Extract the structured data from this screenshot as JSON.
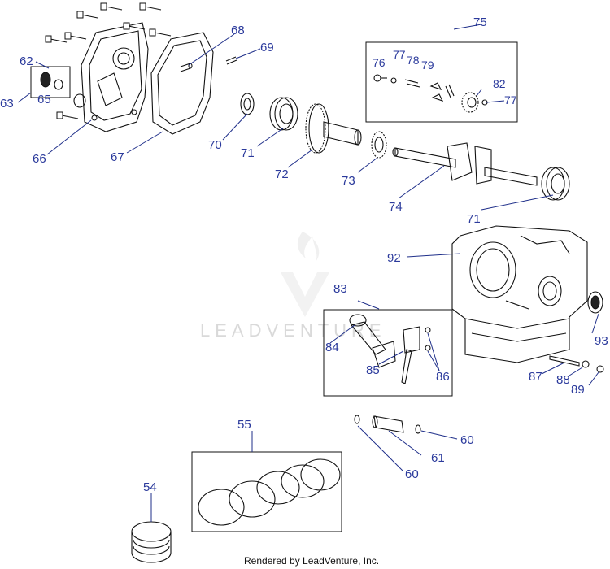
{
  "labels": {
    "l54": "54",
    "l55": "55",
    "l60a": "60",
    "l60b": "60",
    "l61": "61",
    "l62": "62",
    "l63": "63",
    "l65": "65",
    "l66": "66",
    "l67": "67",
    "l68": "68",
    "l69": "69",
    "l70": "70",
    "l71a": "71",
    "l71b": "71",
    "l72": "72",
    "l73": "73",
    "l74": "74",
    "l75": "75",
    "l76": "76",
    "l77a": "77",
    "l77b": "77",
    "l78": "78",
    "l79": "79",
    "l82": "82",
    "l83": "83",
    "l84": "84",
    "l85": "85",
    "l86": "86",
    "l87": "87",
    "l88": "88",
    "l89": "89",
    "l92": "92",
    "l93": "93"
  },
  "watermark": "LEADVENTURE",
  "footer": "Rendered by LeadVenture, Inc.",
  "colors": {
    "callout": "#2b3a9c",
    "watermark": "#d9d9d9"
  }
}
